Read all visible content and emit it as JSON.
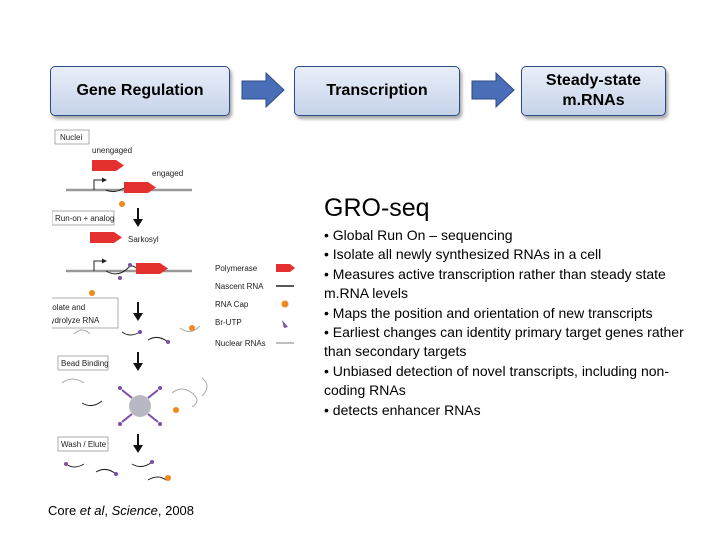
{
  "flow": {
    "step1": "Gene Regulation",
    "step2": "Transcription",
    "step3": "Steady-state m.RNAs"
  },
  "colors": {
    "box_border": "#2c4a86",
    "box_fill_top": "#e9eef8",
    "box_fill_bottom": "#c6d3ea",
    "arrow_fill": "#4a6fb8",
    "polymerase": "#e53030",
    "cap": "#f08a1c",
    "br_utp": "#7b4fa6",
    "nascent_rna": "#222222",
    "nuclear_rna": "#aaaaaa"
  },
  "diagram": {
    "nuclei": "Nuclei",
    "unengaged": "unengaged",
    "engaged": "engaged",
    "run_on": "Run-on + analog",
    "sarkosyl": "Sarkosyl",
    "isolate": "Isolate and",
    "hydrolyze": "hydrolyze RNA",
    "bead_binding": "Bead Binding",
    "wash_elute": "Wash / Elute",
    "legend": {
      "polymerase": "Polymerase",
      "nascent_rna": "Nascent RNA",
      "rna_cap": "RNA Cap",
      "br_utp": "Br-UTP",
      "nuclear_rnas": "Nuclear RNAs"
    }
  },
  "content": {
    "title": "GRO-seq",
    "bullets": [
      "• Global Run On – sequencing",
      "• Isolate all newly synthesized RNAs in a cell",
      "• Measures active transcription rather than steady state m.RNA levels",
      "• Maps the position and orientation of new transcripts",
      "• Earliest changes can identity primary target genes rather than secondary targets",
      "• Unbiased detection of novel transcripts, including non-coding RNAs",
      "• detects enhancer RNAs"
    ]
  },
  "citation": {
    "authors": "Core ",
    "etal": "et al",
    "sep": ", ",
    "journal": "Science",
    "year": ", 2008"
  }
}
